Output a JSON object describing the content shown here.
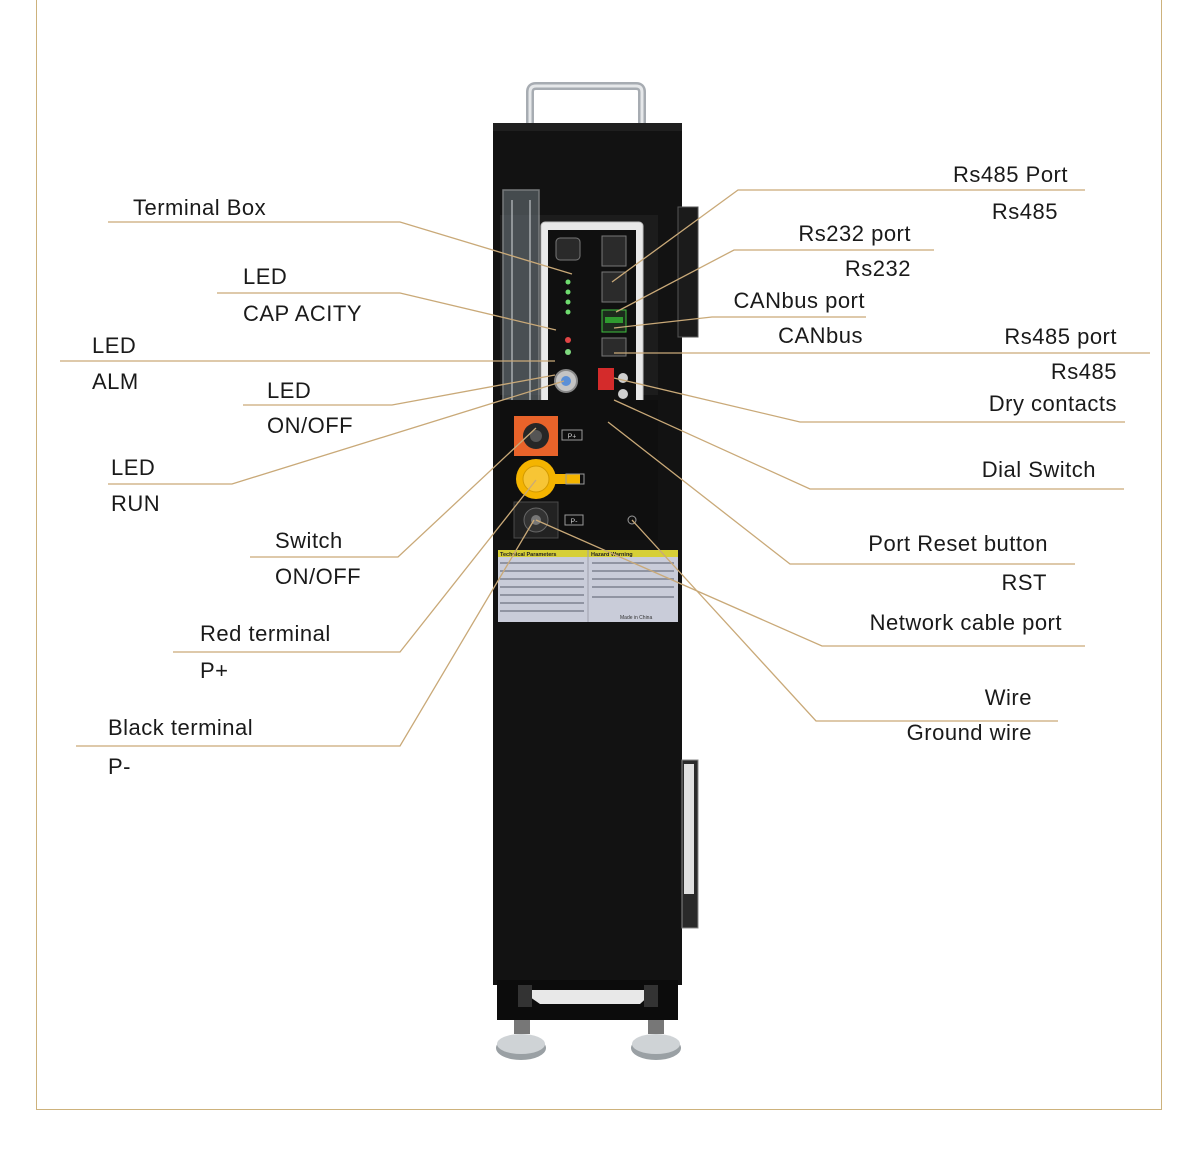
{
  "colors": {
    "leader_line": "#c9a978",
    "frame": "#cdb27c",
    "cabinet": "#111111",
    "label_bg": "#c9ccd9",
    "terminal_red": "#e8632a",
    "switch_yellow": "#f4b400"
  },
  "labels": {
    "terminal_box": "Terminal Box",
    "led_capacity_title": "LED",
    "led_capacity_sub": "CAP ACITY",
    "led_alm_title": "LED",
    "led_alm_sub": "ALM",
    "led_onoff_title": "LED",
    "led_onoff_sub": "ON/OFF",
    "led_run_title": "LED",
    "led_run_sub": "RUN",
    "switch_title": "Switch",
    "switch_sub": "ON/OFF",
    "red_terminal_title": "Red terminal",
    "red_terminal_sub": "P+",
    "black_terminal_title": "Black terminal",
    "black_terminal_sub": "P-",
    "rs485_port1_title": "Rs485 Port",
    "rs485_port1_sub": "Rs485",
    "rs232_port_title": "Rs232 port",
    "rs232_port_sub": "Rs232",
    "canbus_port_title": "CANbus port",
    "canbus_port_sub": "CANbus",
    "rs485_port2_title": "Rs485 port",
    "rs485_port2_sub": "Rs485",
    "dry_contacts": "Dry contacts",
    "dial_switch": "Dial Switch",
    "port_reset_title": "Port Reset button",
    "port_reset_sub": "RST",
    "network_cable_port": "Network cable port",
    "wire_title": "Wire",
    "wire_sub": "Ground wire"
  },
  "device": {
    "panel_labels": {
      "p_plus": "P+",
      "p_minus": "P-"
    },
    "nameplate": {
      "left_title": "Technical Parameters",
      "right_title": "Hazard Warning",
      "made_in": "Made in China"
    }
  }
}
